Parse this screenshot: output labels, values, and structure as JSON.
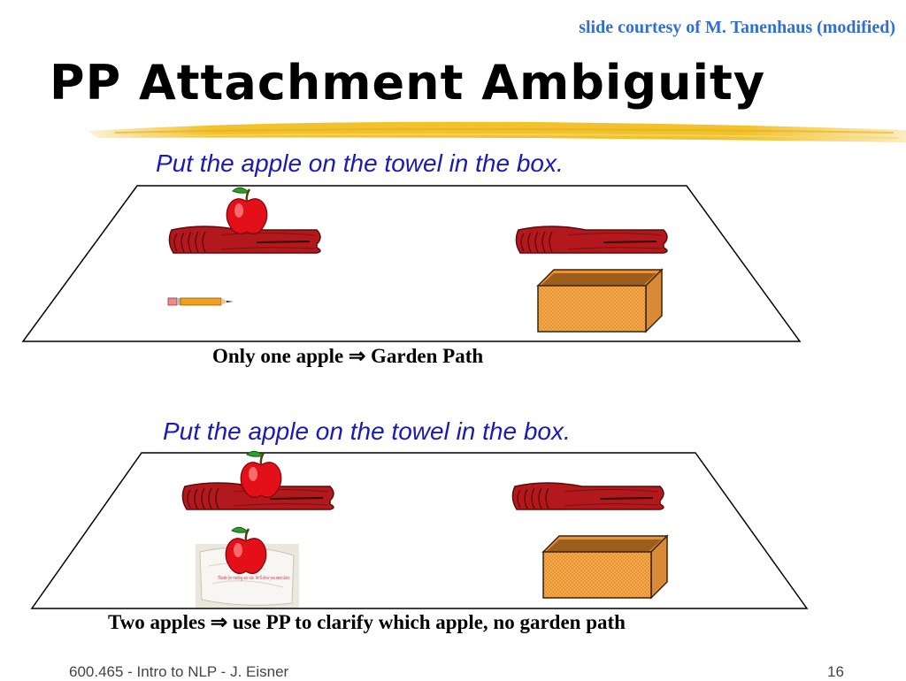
{
  "header": {
    "courtesy": "slide courtesy of M. Tanenhaus (modified)",
    "title": "PP Attachment Ambiguity"
  },
  "scenes": [
    {
      "sentence": "Put the apple on the towel in the box.",
      "caption": "Only one apple ⇒ Garden Path"
    },
    {
      "sentence": "Put the apple on the towel in the box.",
      "caption": "Two apples ⇒ use PP to clarify which apple, no garden path"
    }
  ],
  "napkin_text": "Thanks for visiting our site. We'll show you more later.",
  "footer": {
    "course": "600.465 - Intro to NLP - J. Eisner",
    "page": "16"
  },
  "colors": {
    "accent_yellow": "#f2c12e",
    "sentence_blue": "#1a1ab8",
    "courtesy_blue": "#2f6fd6",
    "towel_red": "#b3191c",
    "apple_red": "#e3101a",
    "box_orange": "#f7a94a"
  },
  "icons": [
    "apple-icon",
    "towel-icon",
    "box-icon",
    "pencil-icon",
    "napkin-icon"
  ]
}
